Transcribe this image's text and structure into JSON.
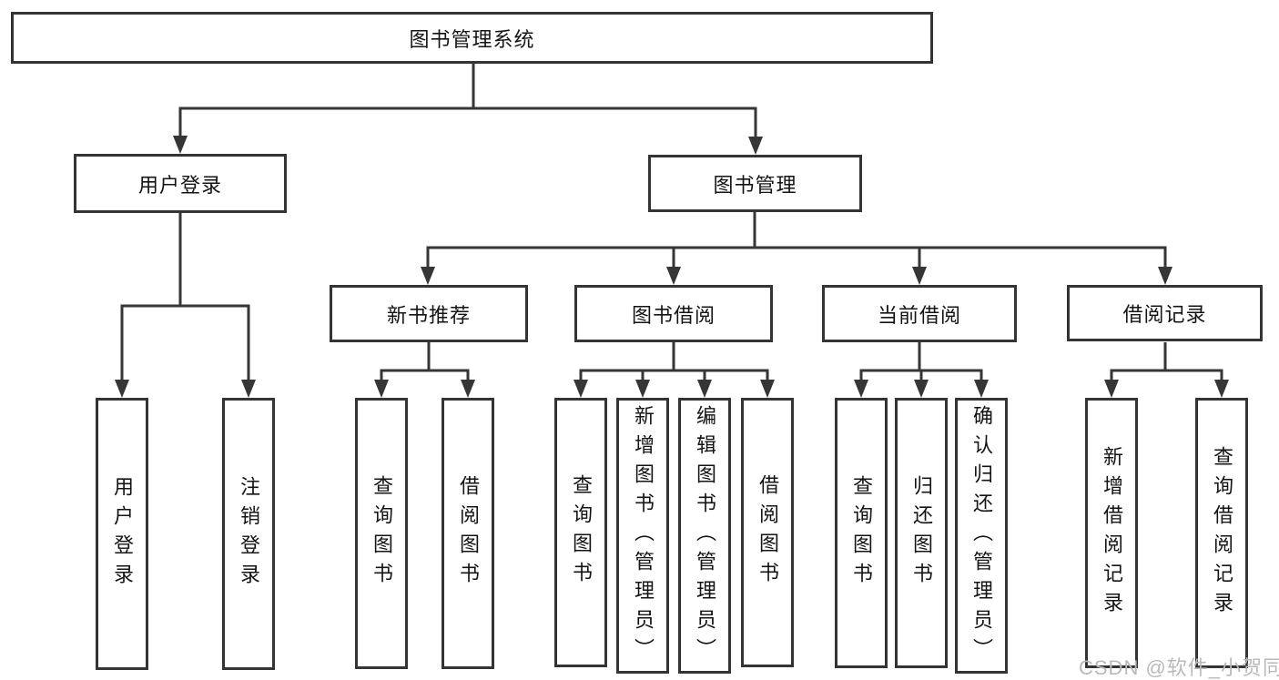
{
  "diagram_title": "图书管理系统",
  "tree": {
    "root": {
      "label": "图书管理系统"
    },
    "branches": [
      {
        "label": "用户登录",
        "children": [
          {
            "label": "用户登录"
          },
          {
            "label": "注销登录"
          }
        ]
      },
      {
        "label": "图书管理",
        "sections": [
          {
            "label": "新书推荐",
            "children": [
              {
                "label": "查询图书"
              },
              {
                "label": "借阅图书"
              }
            ]
          },
          {
            "label": "图书借阅",
            "children": [
              {
                "label": "查询图书"
              },
              {
                "label": "新增图书（管理员）"
              },
              {
                "label": "编辑图书（管理员）"
              },
              {
                "label": "借阅图书"
              }
            ]
          },
          {
            "label": "当前借阅",
            "children": [
              {
                "label": "查询图书"
              },
              {
                "label": "归还图书"
              },
              {
                "label": "确认归还（管理员）"
              }
            ]
          },
          {
            "label": "借阅记录",
            "children": [
              {
                "label": "新增借阅记录"
              },
              {
                "label": "查询借阅记录"
              }
            ]
          }
        ]
      }
    ]
  },
  "watermark": {
    "text": "CSDN @软件_小贺同学"
  },
  "colors": {
    "line": "#363636",
    "border": "#343434",
    "text": "#141414",
    "watermark": "#b9b9b9",
    "bg": "#ffffff"
  }
}
